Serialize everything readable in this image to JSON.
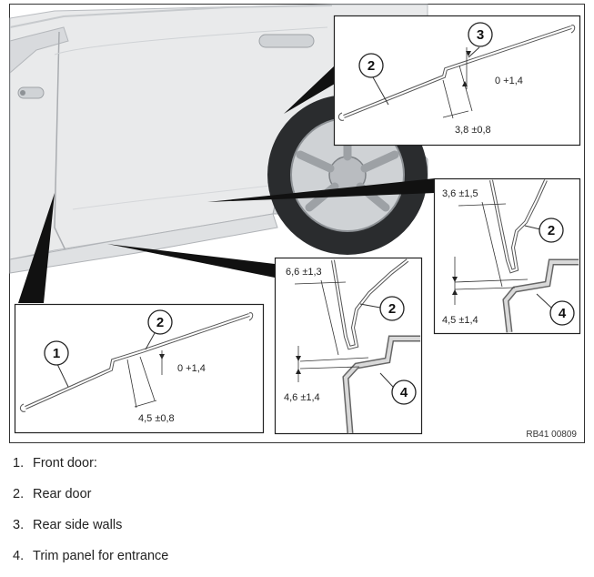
{
  "figure": {
    "code": "RB41 00809",
    "callouts": [
      "1",
      "2",
      "3",
      "4"
    ],
    "insets": {
      "top_right": {
        "dim_main": "3,8 ±0,8",
        "dim_tol": "0 +1,4"
      },
      "bottom_left": {
        "dim_main": "4,5 ±0,8",
        "dim_tol": "0 +1,4"
      },
      "middle": {
        "dim_top": "6,6 ±1,3",
        "dim_bottom": "4,6 ±1,4"
      },
      "right": {
        "dim_top": "3,6 ±1,5",
        "dim_bottom": "4,5 ±1,4"
      }
    }
  },
  "legend": [
    {
      "num": "1.",
      "text": "Front door:"
    },
    {
      "num": "2.",
      "text": "Rear door"
    },
    {
      "num": "3.",
      "text": "Rear side walls"
    },
    {
      "num": "4.",
      "text": "Trim panel for entrance"
    }
  ]
}
